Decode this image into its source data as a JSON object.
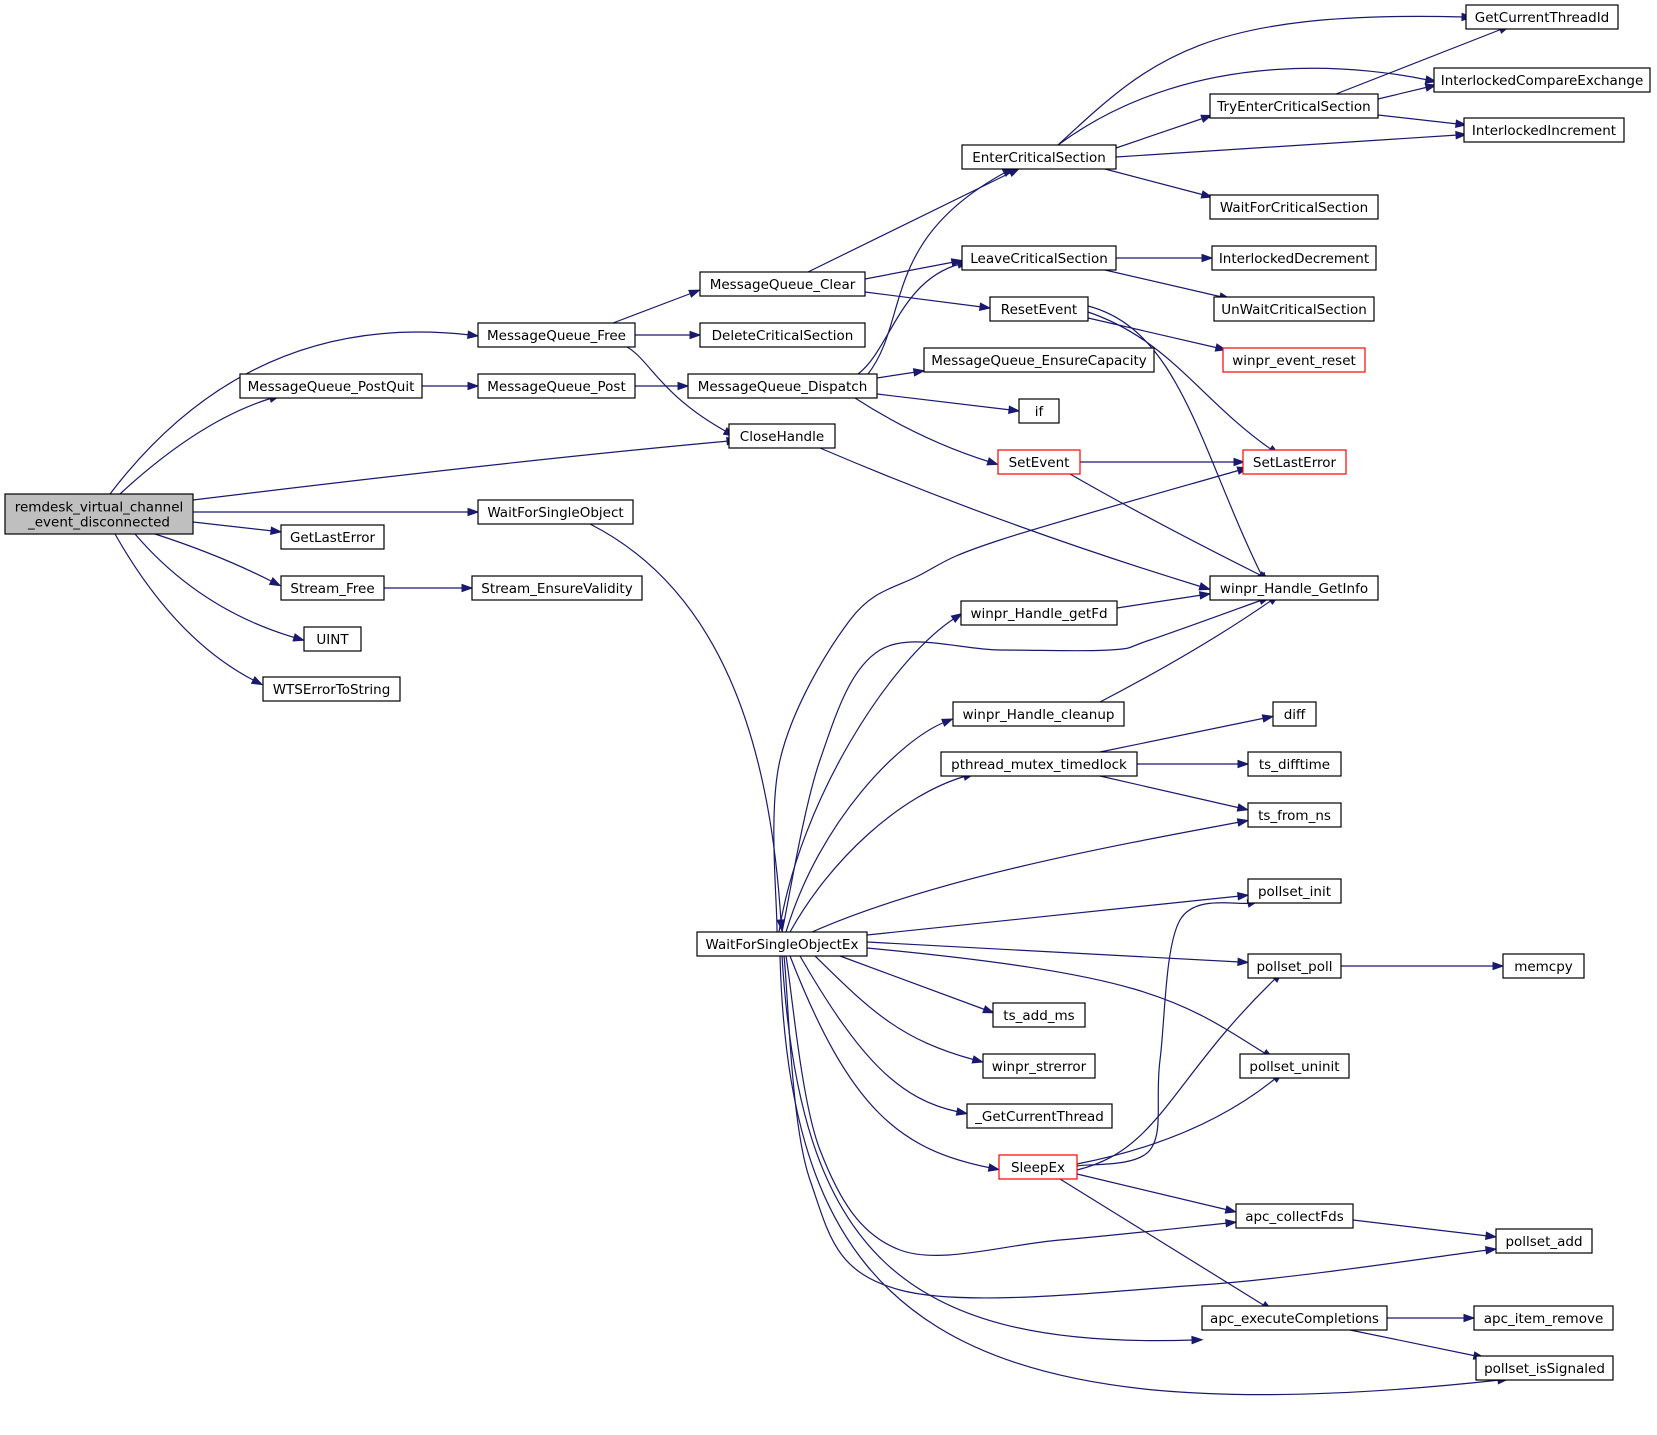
{
  "diagram": {
    "nodes": [
      {
        "id": "root",
        "lines": [
          "remdesk_virtual_channel",
          "_event_disconnected"
        ],
        "style": "root"
      },
      {
        "id": "MessageQueue_Free",
        "lines": [
          "MessageQueue_Free"
        ]
      },
      {
        "id": "MessageQueue_PostQuit",
        "lines": [
          "MessageQueue_PostQuit"
        ]
      },
      {
        "id": "WaitForSingleObject",
        "lines": [
          "WaitForSingleObject"
        ]
      },
      {
        "id": "GetLastError",
        "lines": [
          "GetLastError"
        ]
      },
      {
        "id": "Stream_Free",
        "lines": [
          "Stream_Free"
        ]
      },
      {
        "id": "UINT",
        "lines": [
          "UINT"
        ]
      },
      {
        "id": "WTSErrorToString",
        "lines": [
          "WTSErrorToString"
        ]
      },
      {
        "id": "MessageQueue_Post",
        "lines": [
          "MessageQueue_Post"
        ]
      },
      {
        "id": "Stream_EnsureValidity",
        "lines": [
          "Stream_EnsureValidity"
        ]
      },
      {
        "id": "MessageQueue_Clear",
        "lines": [
          "MessageQueue_Clear"
        ]
      },
      {
        "id": "DeleteCriticalSection",
        "lines": [
          "DeleteCriticalSection"
        ]
      },
      {
        "id": "MessageQueue_Dispatch",
        "lines": [
          "MessageQueue_Dispatch"
        ]
      },
      {
        "id": "CloseHandle",
        "lines": [
          "CloseHandle"
        ]
      },
      {
        "id": "WaitForSingleObjectEx",
        "lines": [
          "WaitForSingleObjectEx"
        ]
      },
      {
        "id": "EnterCriticalSection",
        "lines": [
          "EnterCriticalSection"
        ]
      },
      {
        "id": "LeaveCriticalSection",
        "lines": [
          "LeaveCriticalSection"
        ]
      },
      {
        "id": "ResetEvent",
        "lines": [
          "ResetEvent"
        ]
      },
      {
        "id": "MessageQueue_EnsureCapacity",
        "lines": [
          "MessageQueue_EnsureCapacity"
        ]
      },
      {
        "id": "if",
        "lines": [
          "if"
        ]
      },
      {
        "id": "SetEvent",
        "lines": [
          "SetEvent"
        ],
        "style": "red"
      },
      {
        "id": "winpr_Handle_getFd",
        "lines": [
          "winpr_Handle_getFd"
        ]
      },
      {
        "id": "winpr_Handle_cleanup",
        "lines": [
          "winpr_Handle_cleanup"
        ]
      },
      {
        "id": "pthread_mutex_timedlock",
        "lines": [
          "pthread_mutex_timedlock"
        ]
      },
      {
        "id": "ts_add_ms",
        "lines": [
          "ts_add_ms"
        ]
      },
      {
        "id": "winpr_strerror",
        "lines": [
          "winpr_strerror"
        ]
      },
      {
        "id": "_GetCurrentThread",
        "lines": [
          "_GetCurrentThread"
        ]
      },
      {
        "id": "SleepEx",
        "lines": [
          "SleepEx"
        ],
        "style": "red"
      },
      {
        "id": "TryEnterCriticalSection",
        "lines": [
          "TryEnterCriticalSection"
        ]
      },
      {
        "id": "WaitForCriticalSection",
        "lines": [
          "WaitForCriticalSection"
        ]
      },
      {
        "id": "InterlockedDecrement",
        "lines": [
          "InterlockedDecrement"
        ]
      },
      {
        "id": "UnWaitCriticalSection",
        "lines": [
          "UnWaitCriticalSection"
        ]
      },
      {
        "id": "winpr_event_reset",
        "lines": [
          "winpr_event_reset"
        ],
        "style": "red"
      },
      {
        "id": "SetLastError",
        "lines": [
          "SetLastError"
        ],
        "style": "red"
      },
      {
        "id": "winpr_Handle_GetInfo",
        "lines": [
          "winpr_Handle_GetInfo"
        ]
      },
      {
        "id": "diff",
        "lines": [
          "diff"
        ]
      },
      {
        "id": "ts_difftime",
        "lines": [
          "ts_difftime"
        ]
      },
      {
        "id": "ts_from_ns",
        "lines": [
          "ts_from_ns"
        ]
      },
      {
        "id": "pollset_init",
        "lines": [
          "pollset_init"
        ]
      },
      {
        "id": "pollset_poll",
        "lines": [
          "pollset_poll"
        ]
      },
      {
        "id": "pollset_uninit",
        "lines": [
          "pollset_uninit"
        ]
      },
      {
        "id": "apc_collectFds",
        "lines": [
          "apc_collectFds"
        ]
      },
      {
        "id": "apc_executeCompletions",
        "lines": [
          "apc_executeCompletions"
        ]
      },
      {
        "id": "GetCurrentThreadId",
        "lines": [
          "GetCurrentThreadId"
        ]
      },
      {
        "id": "InterlockedCompareExchange",
        "lines": [
          "InterlockedCompareExchange"
        ]
      },
      {
        "id": "InterlockedIncrement",
        "lines": [
          "InterlockedIncrement"
        ]
      },
      {
        "id": "memcpy",
        "lines": [
          "memcpy"
        ]
      },
      {
        "id": "pollset_add",
        "lines": [
          "pollset_add"
        ]
      },
      {
        "id": "apc_item_remove",
        "lines": [
          "apc_item_remove"
        ]
      },
      {
        "id": "pollset_isSignaled",
        "lines": [
          "pollset_isSignaled"
        ]
      }
    ],
    "edges": [
      [
        "root",
        "MessageQueue_Free"
      ],
      [
        "root",
        "MessageQueue_PostQuit"
      ],
      [
        "root",
        "CloseHandle"
      ],
      [
        "root",
        "WaitForSingleObject"
      ],
      [
        "root",
        "GetLastError"
      ],
      [
        "root",
        "Stream_Free"
      ],
      [
        "root",
        "UINT"
      ],
      [
        "root",
        "WTSErrorToString"
      ],
      [
        "MessageQueue_Free",
        "MessageQueue_Clear"
      ],
      [
        "MessageQueue_Free",
        "DeleteCriticalSection"
      ],
      [
        "MessageQueue_Free",
        "CloseHandle"
      ],
      [
        "MessageQueue_PostQuit",
        "MessageQueue_Post"
      ],
      [
        "MessageQueue_Post",
        "MessageQueue_Dispatch"
      ],
      [
        "WaitForSingleObject",
        "WaitForSingleObjectEx"
      ],
      [
        "Stream_Free",
        "Stream_EnsureValidity"
      ],
      [
        "MessageQueue_Clear",
        "EnterCriticalSection"
      ],
      [
        "MessageQueue_Clear",
        "LeaveCriticalSection"
      ],
      [
        "MessageQueue_Clear",
        "ResetEvent"
      ],
      [
        "MessageQueue_Dispatch",
        "EnterCriticalSection"
      ],
      [
        "MessageQueue_Dispatch",
        "LeaveCriticalSection"
      ],
      [
        "MessageQueue_Dispatch",
        "MessageQueue_EnsureCapacity"
      ],
      [
        "MessageQueue_Dispatch",
        "if"
      ],
      [
        "MessageQueue_Dispatch",
        "SetEvent"
      ],
      [
        "CloseHandle",
        "winpr_Handle_GetInfo"
      ],
      [
        "EnterCriticalSection",
        "GetCurrentThreadId"
      ],
      [
        "EnterCriticalSection",
        "InterlockedCompareExchange"
      ],
      [
        "EnterCriticalSection",
        "TryEnterCriticalSection"
      ],
      [
        "EnterCriticalSection",
        "InterlockedIncrement"
      ],
      [
        "EnterCriticalSection",
        "WaitForCriticalSection"
      ],
      [
        "TryEnterCriticalSection",
        "GetCurrentThreadId"
      ],
      [
        "TryEnterCriticalSection",
        "InterlockedCompareExchange"
      ],
      [
        "TryEnterCriticalSection",
        "InterlockedIncrement"
      ],
      [
        "LeaveCriticalSection",
        "InterlockedDecrement"
      ],
      [
        "LeaveCriticalSection",
        "UnWaitCriticalSection"
      ],
      [
        "ResetEvent",
        "winpr_event_reset"
      ],
      [
        "ResetEvent",
        "SetLastError"
      ],
      [
        "ResetEvent",
        "winpr_Handle_GetInfo"
      ],
      [
        "SetEvent",
        "SetLastError"
      ],
      [
        "SetEvent",
        "winpr_Handle_GetInfo"
      ],
      [
        "WaitForSingleObjectEx",
        "SetLastError"
      ],
      [
        "WaitForSingleObjectEx",
        "winpr_Handle_getFd"
      ],
      [
        "WaitForSingleObjectEx",
        "winpr_Handle_GetInfo"
      ],
      [
        "WaitForSingleObjectEx",
        "winpr_Handle_cleanup"
      ],
      [
        "WaitForSingleObjectEx",
        "pthread_mutex_timedlock"
      ],
      [
        "WaitForSingleObjectEx",
        "ts_from_ns"
      ],
      [
        "WaitForSingleObjectEx",
        "pollset_init"
      ],
      [
        "WaitForSingleObjectEx",
        "pollset_poll"
      ],
      [
        "WaitForSingleObjectEx",
        "pollset_uninit"
      ],
      [
        "WaitForSingleObjectEx",
        "ts_add_ms"
      ],
      [
        "WaitForSingleObjectEx",
        "winpr_strerror"
      ],
      [
        "WaitForSingleObjectEx",
        "_GetCurrentThread"
      ],
      [
        "WaitForSingleObjectEx",
        "SleepEx"
      ],
      [
        "WaitForSingleObjectEx",
        "apc_collectFds"
      ],
      [
        "WaitForSingleObjectEx",
        "pollset_add"
      ],
      [
        "WaitForSingleObjectEx",
        "apc_executeCompletions"
      ],
      [
        "WaitForSingleObjectEx",
        "pollset_isSignaled"
      ],
      [
        "winpr_Handle_getFd",
        "winpr_Handle_GetInfo"
      ],
      [
        "winpr_Handle_cleanup",
        "winpr_Handle_GetInfo"
      ],
      [
        "pthread_mutex_timedlock",
        "diff"
      ],
      [
        "pthread_mutex_timedlock",
        "ts_difftime"
      ],
      [
        "pthread_mutex_timedlock",
        "ts_from_ns"
      ],
      [
        "pollset_poll",
        "memcpy"
      ],
      [
        "SleepEx",
        "pollset_init"
      ],
      [
        "SleepEx",
        "pollset_poll"
      ],
      [
        "SleepEx",
        "pollset_uninit"
      ],
      [
        "SleepEx",
        "apc_collectFds"
      ],
      [
        "SleepEx",
        "apc_executeCompletions"
      ],
      [
        "apc_collectFds",
        "pollset_add"
      ],
      [
        "apc_executeCompletions",
        "apc_item_remove"
      ],
      [
        "apc_executeCompletions",
        "pollset_isSignaled"
      ]
    ]
  }
}
